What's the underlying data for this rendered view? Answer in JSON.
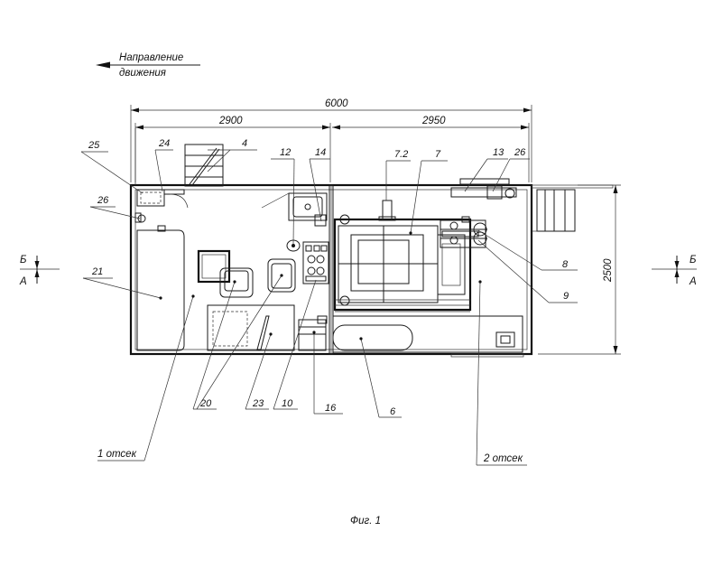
{
  "direction": {
    "line1": "Направление",
    "line2": "движения"
  },
  "dimensions": {
    "total_length": "6000",
    "compartment1_length": "2900",
    "compartment2_length": "2950",
    "width": "2500"
  },
  "section_marks": {
    "left_b": "Б",
    "left_a": "А",
    "right_b": "Б",
    "right_a": "А"
  },
  "callouts": {
    "c25": "25",
    "c24": "24",
    "c4": "4",
    "c12": "12",
    "c14": "14",
    "c7_2": "7.2",
    "c7": "7",
    "c13": "13",
    "c26_right": "26",
    "c26_left": "26",
    "c21": "21",
    "c8": "8",
    "c9": "9",
    "c20": "20",
    "c23": "23",
    "c10": "10",
    "c16": "16",
    "c6": "6"
  },
  "compartments": {
    "first": "1 отсек",
    "second": "2 отсек"
  },
  "caption": "Фиг. 1"
}
